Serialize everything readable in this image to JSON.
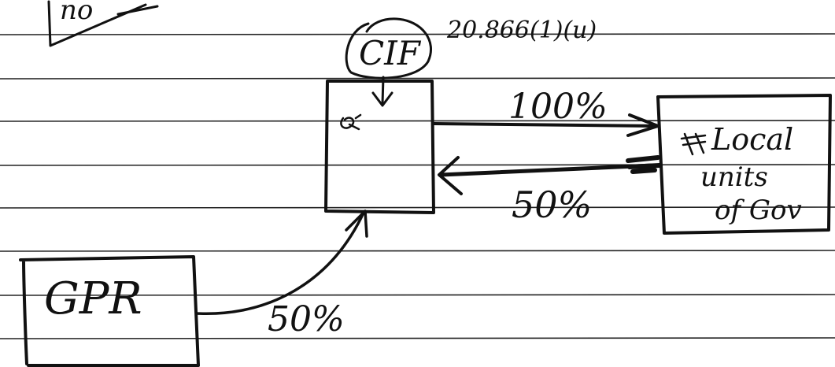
{
  "corner_note": "no",
  "statute_ref": "20.866(1)(u)",
  "nodes": {
    "cif": "CIF",
    "local_units_line1": "Local",
    "local_units_line2": "units",
    "local_units_line3": "of Gov",
    "gpr": "GPR"
  },
  "flows": {
    "to_local_percent": "100%",
    "from_local_percent": "50%",
    "from_gpr_percent": "50%"
  }
}
